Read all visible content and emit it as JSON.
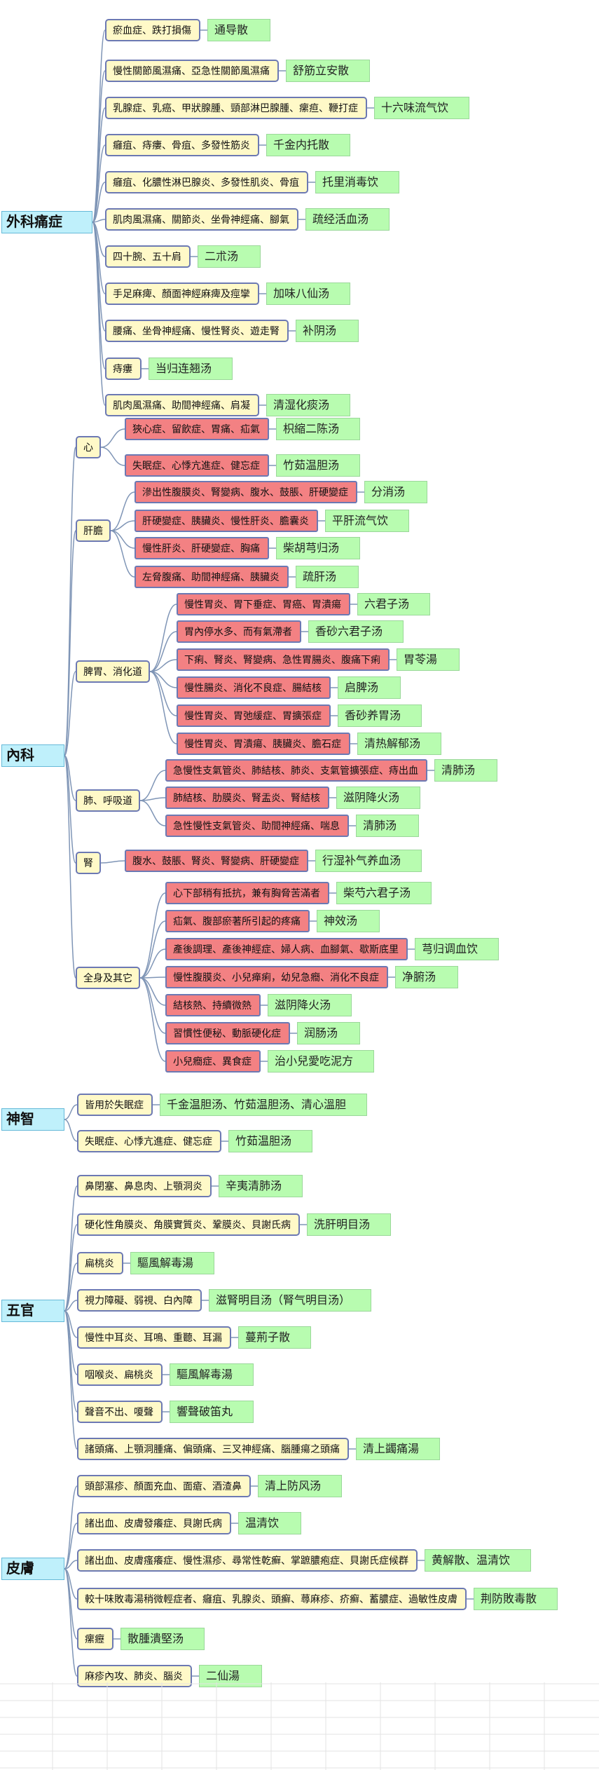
{
  "categories": [
    {
      "label": "外科痛症",
      "items": [
        {
          "condition": "瘀血症、跌打損傷",
          "remedy": "通导散"
        },
        {
          "condition": "慢性關節風濕痛、亞急性關節風濕痛",
          "remedy": "舒筋立安散"
        },
        {
          "condition": "乳腺症、乳癌、甲狀腺腫、頸部淋巴腺腫、瘰疸、鞭打症",
          "remedy": "十六味流气饮"
        },
        {
          "condition": "癰疽、痔瘻、骨疽、多發性筋炎",
          "remedy": "千金内托散"
        },
        {
          "condition": "癰疽、化膿性淋巴腺炎、多發性肌炎、骨疽",
          "remedy": "托里消毒饮"
        },
        {
          "condition": "肌肉風濕痛、關節炎、坐骨神經痛、腳氣",
          "remedy": "疏经活血汤"
        },
        {
          "condition": "四十腕、五十肩",
          "remedy": "二朮汤"
        },
        {
          "condition": "手足麻痺、顏面神經麻痺及痙攣",
          "remedy": "加味八仙汤"
        },
        {
          "condition": "腰痛、坐骨神經痛、慢性腎炎、遊走腎",
          "remedy": "补阴汤"
        },
        {
          "condition": "痔瘻",
          "remedy": "当归连翘汤"
        },
        {
          "condition": "肌肉風濕痛、助間神經痛、肩凝",
          "remedy": "清湿化痰汤"
        }
      ]
    },
    {
      "label": "內科",
      "groups": [
        {
          "label": "心",
          "items": [
            {
              "condition": "狹心症、留飲症、胃痛、疝氣",
              "remedy": "枳縮二陈汤"
            },
            {
              "condition": "失眠症、心悸亢進症、健忘症",
              "remedy": "竹茹温胆汤"
            }
          ]
        },
        {
          "label": "肝膽",
          "items": [
            {
              "condition": "滲出性腹膜炎、腎變病、腹水、鼓脹、肝硬變症",
              "remedy": "分消汤"
            },
            {
              "condition": "肝硬變症、胰臟炎、慢性肝炎、膽囊炎",
              "remedy": "平肝流气饮"
            },
            {
              "condition": "慢性肝炎、肝硬變症、胸痛",
              "remedy": "柴胡芎归汤"
            },
            {
              "condition": "左脅腹痛、助間神經痛、胰臟炎",
              "remedy": "疏肝汤"
            }
          ]
        },
        {
          "label": "脾胃、消化道",
          "items": [
            {
              "condition": "慢性胃炎、胃下垂症、胃癌、胃潰瘍",
              "remedy": "六君子汤"
            },
            {
              "condition": "胃內停水多、而有氣滯者",
              "remedy": "香砂六君子汤"
            },
            {
              "condition": "下痢、腎炎、腎變病、急性胃腸炎、腹痛下痢",
              "remedy": "胃苓湯"
            },
            {
              "condition": "慢性腸炎、消化不良症、腸結核",
              "remedy": "启脾汤"
            },
            {
              "condition": "慢性胃炎、胃弛緩症、胃擴張症",
              "remedy": "香砂养胃汤"
            },
            {
              "condition": "慢性胃炎、胃潰瘍、胰臟炎、膽石症",
              "remedy": "清热解郁汤"
            }
          ]
        },
        {
          "label": "肺、呼吸道",
          "items": [
            {
              "condition": "急慢性支氣管炎、肺結核、肺炎、支氣管擴張症、痔出血",
              "remedy": "清肺汤"
            },
            {
              "condition": "肺結核、肋膜炎、腎盂炎、腎結核",
              "remedy": "滋阴降火汤"
            },
            {
              "condition": "急性慢性支氣管炎、助間神經痛、喘息",
              "remedy": "清肺汤"
            }
          ]
        },
        {
          "label": "腎",
          "items": [
            {
              "condition": "腹水、鼓脹、腎炎、腎變病、肝硬變症",
              "remedy": "行湿补气养血汤"
            }
          ]
        },
        {
          "label": "全身及其它",
          "items": [
            {
              "condition": "心下部稍有抵抗，兼有胸脅苦滿者",
              "remedy": "柴芍六君子汤"
            },
            {
              "condition": "疝氣、腹部瘀著所引起的疼痛",
              "remedy": "神效汤"
            },
            {
              "condition": "產後調理、產後神經症、婦人病、血腳氣、歇斯底里",
              "remedy": "芎归调血饮"
            },
            {
              "condition": "慢性腹膜炎、小兒瘅痢，幼兒急癎、消化不良症",
              "remedy": "净腑汤"
            },
            {
              "condition": "結核熱、持續微熱",
              "remedy": "滋阴降火汤"
            },
            {
              "condition": "習慣性便秘、動脈硬化症",
              "remedy": "润肠汤"
            },
            {
              "condition": "小兒癎症、異食症",
              "remedy": "治小兒愛吃泥方"
            }
          ]
        }
      ]
    },
    {
      "label": "神智",
      "items": [
        {
          "condition": "皆用於失眠症",
          "remedy": "千金温胆汤、竹茹温胆汤、清心溫胆"
        },
        {
          "condition": "失眠症、心悸亢進症、健忘症",
          "remedy": "竹茹温胆汤"
        }
      ]
    },
    {
      "label": "五官",
      "items": [
        {
          "condition": "鼻閉塞、鼻息肉、上顎洞炎",
          "remedy": "辛夷清肺汤"
        },
        {
          "condition": "硬化性角膜炎、角膜實質炎、鞏膜炎、貝謝氏病",
          "remedy": "洗肝明目汤"
        },
        {
          "condition": "扁桃炎",
          "remedy": "驅風解毒湯"
        },
        {
          "condition": "視力障礙、弱視、白內障",
          "remedy": "滋腎明目汤（腎气明目汤）"
        },
        {
          "condition": "慢性中耳炎、耳鳴、重聽、耳漏",
          "remedy": "蔓荊子散"
        },
        {
          "condition": "咽喉炎、扁桃炎",
          "remedy": "驅風解毒湯"
        },
        {
          "condition": "聲音不出、嗄聲",
          "remedy": "響聲破笛丸"
        },
        {
          "condition": "諸頭痛、上顎洞腫痛、偏頭痛、三叉神經痛、腦腫瘍之頭痛",
          "remedy": "清上蠲痛湯"
        }
      ]
    },
    {
      "label": "皮膚",
      "items": [
        {
          "condition": "頭部濕疹、顏面充血、面瘡、酒渣鼻",
          "remedy": "清上防风汤"
        },
        {
          "condition": "諸出血、皮膚發癢症、貝謝氏病",
          "remedy": "温清饮"
        },
        {
          "condition": "諸出血、皮膚瘙癢症、慢性濕疹、尋常性乾癬、掌蹠膿疱症、貝謝氏症候群",
          "remedy": "黄解散、温清饮"
        },
        {
          "condition": "較十味敗毒湯稍微輕症者、癰疽、乳腺炎、頭癬、蕁麻疹、疥癬、蓄膿症、過敏性皮膚",
          "remedy": "荆防敗毒散"
        },
        {
          "condition": "瘰癧",
          "remedy": "散腫潰堅汤"
        },
        {
          "condition": "麻疹內攻、肺炎、腦炎",
          "remedy": "二仙湯"
        }
      ]
    }
  ]
}
